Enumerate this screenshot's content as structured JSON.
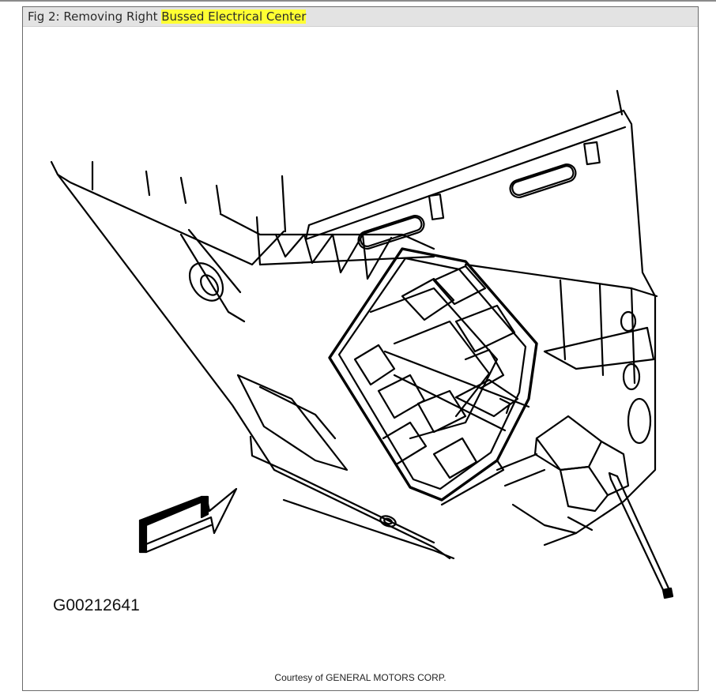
{
  "figure": {
    "caption_prefix": "Fig 2: Removing Right ",
    "caption_highlight": "Bussed Electrical Center",
    "reference_id": "G00212641",
    "credit": "Courtesy of GENERAL MOTORS CORP."
  },
  "colors": {
    "highlight": "#ffff33",
    "caption_bar": "#e3e3e3",
    "line_art": "#000000"
  },
  "icons": [
    "direction-arrow-icon"
  ]
}
